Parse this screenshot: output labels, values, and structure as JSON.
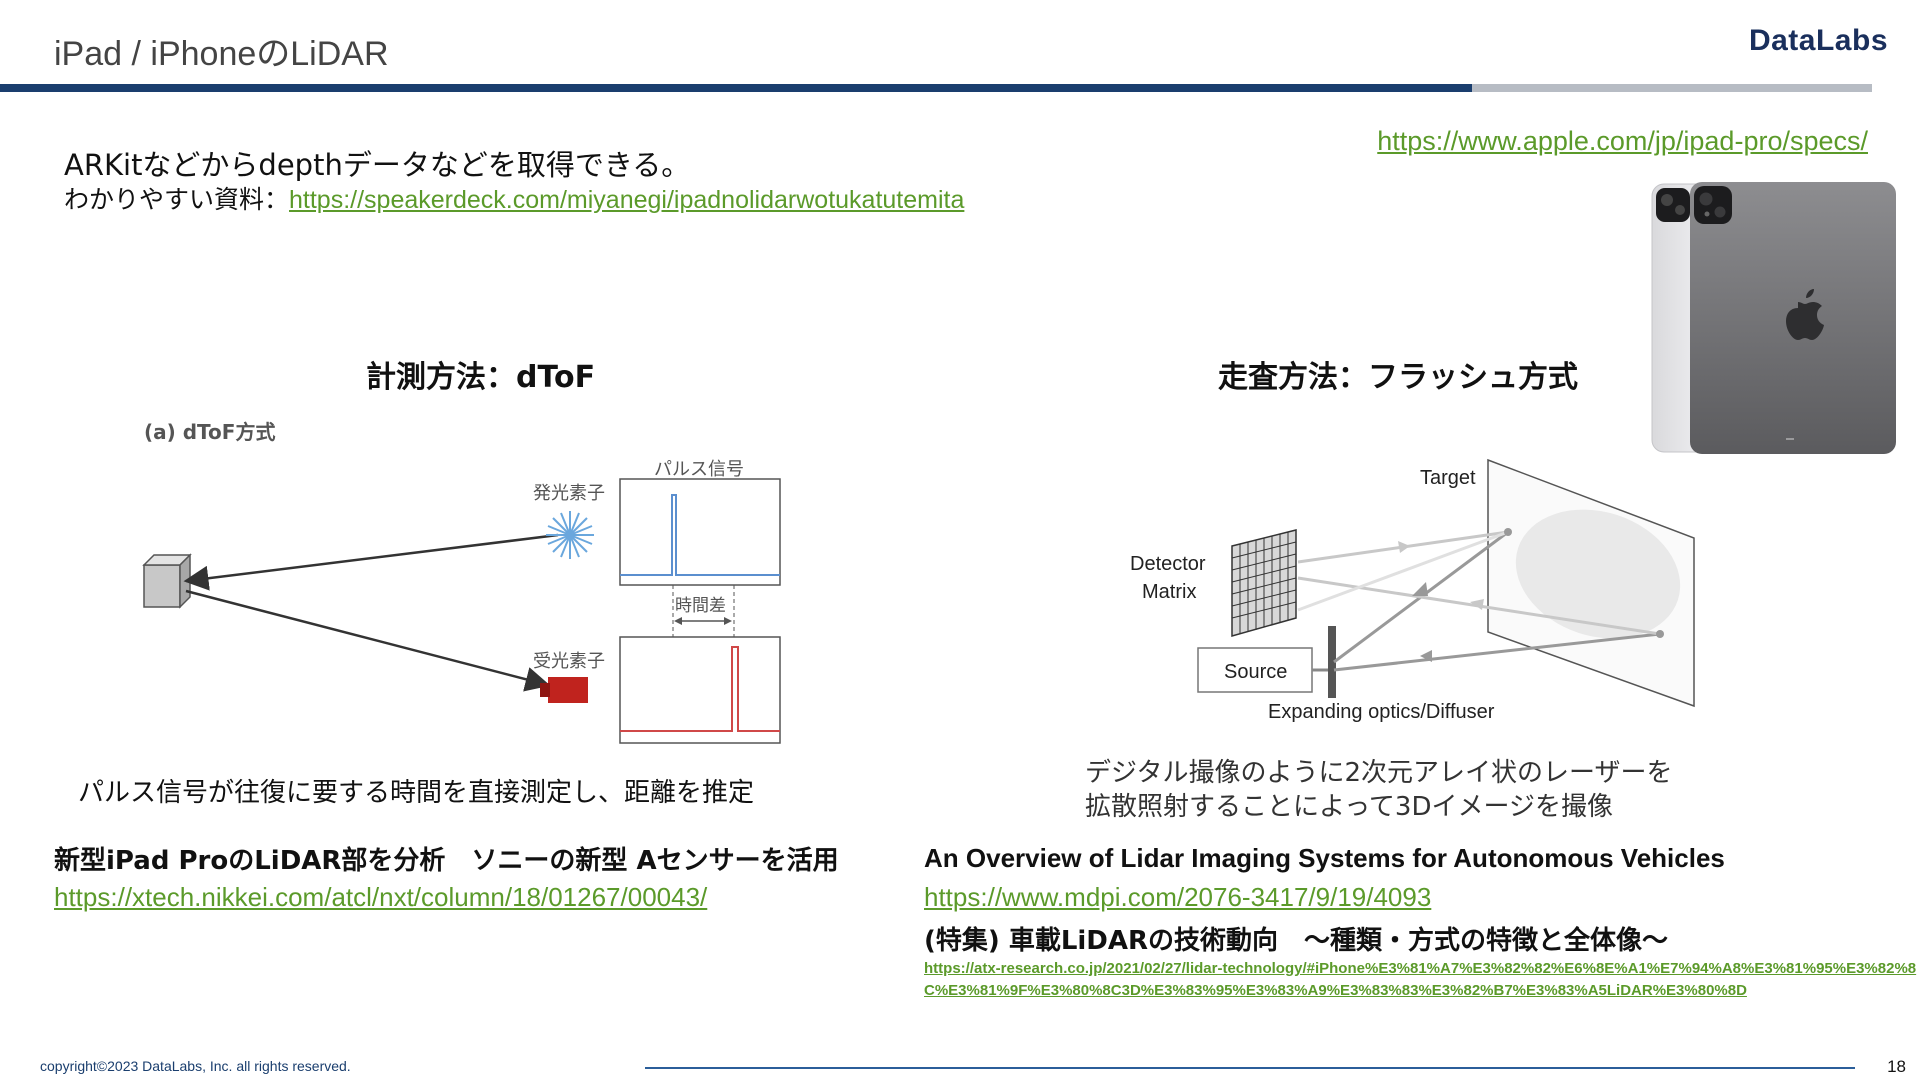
{
  "header": {
    "title": "iPad / iPhoneのLiDAR",
    "brand": "DataLabs"
  },
  "intro": {
    "line1": "ARKitなどからdepthデータなどを取得できる。",
    "line2_label": "わかりやすい資料：",
    "line2_link": "https://speakerdeck.com/miyanegi/ipadnolidarwotukatutemita"
  },
  "apple_link": "https://www.apple.com/jp/ipad-pro/specs/",
  "left_section": {
    "heading": "計測方法：dToF",
    "diagram": {
      "caption": "(a) dToF方式",
      "pulse_label": "パルス信号",
      "emitter_label": "発光素子",
      "receiver_label": "受光素子",
      "time_diff_label": "時間差"
    },
    "caption": "パルス信号が往復に要する時間を直接測定し、距離を推定"
  },
  "right_section": {
    "heading": "走査方法：フラッシュ方式",
    "diagram": {
      "target_label": "Target",
      "detector_label_1": "Detector",
      "detector_label_2": "Matrix",
      "source_label": "Source",
      "optics_label": "Expanding optics/Diffuser"
    },
    "caption_1": "デジタル撮像のように2次元アレイ状のレーザーを",
    "caption_2": "拡散照射することによって3Dイメージを撮像"
  },
  "references": [
    {
      "title": "新型iPad ProのLiDAR部を分析　ソニーの新型 Aセンサーを活用",
      "link": "https://xtech.nikkei.com/atcl/nxt/column/18/01267/00043/"
    },
    {
      "title": "An Overview of Lidar Imaging Systems for Autonomous Vehicles",
      "link": "https://www.mdpi.com/2076-3417/9/19/4093"
    },
    {
      "title": "(特集) 車載LiDARの技術動向　～種類・方式の特徴と全体像～",
      "link": "https://atx-research.co.jp/2021/02/27/lidar-technology/#iPhone%E3%81%A7%E3%82%82%E6%8E%A1%E7%94%A8%E3%81%95%E3%82%8C%E3%81%9F%E3%80%8C3D%E3%83%95%E3%83%A9%E3%83%83%E3%82%B7%E3%83%A5LiDAR%E3%80%8D"
    }
  ],
  "footer": {
    "copyright": "copyright©2023 DataLabs, Inc. all rights reserved.",
    "page_number": "18"
  }
}
